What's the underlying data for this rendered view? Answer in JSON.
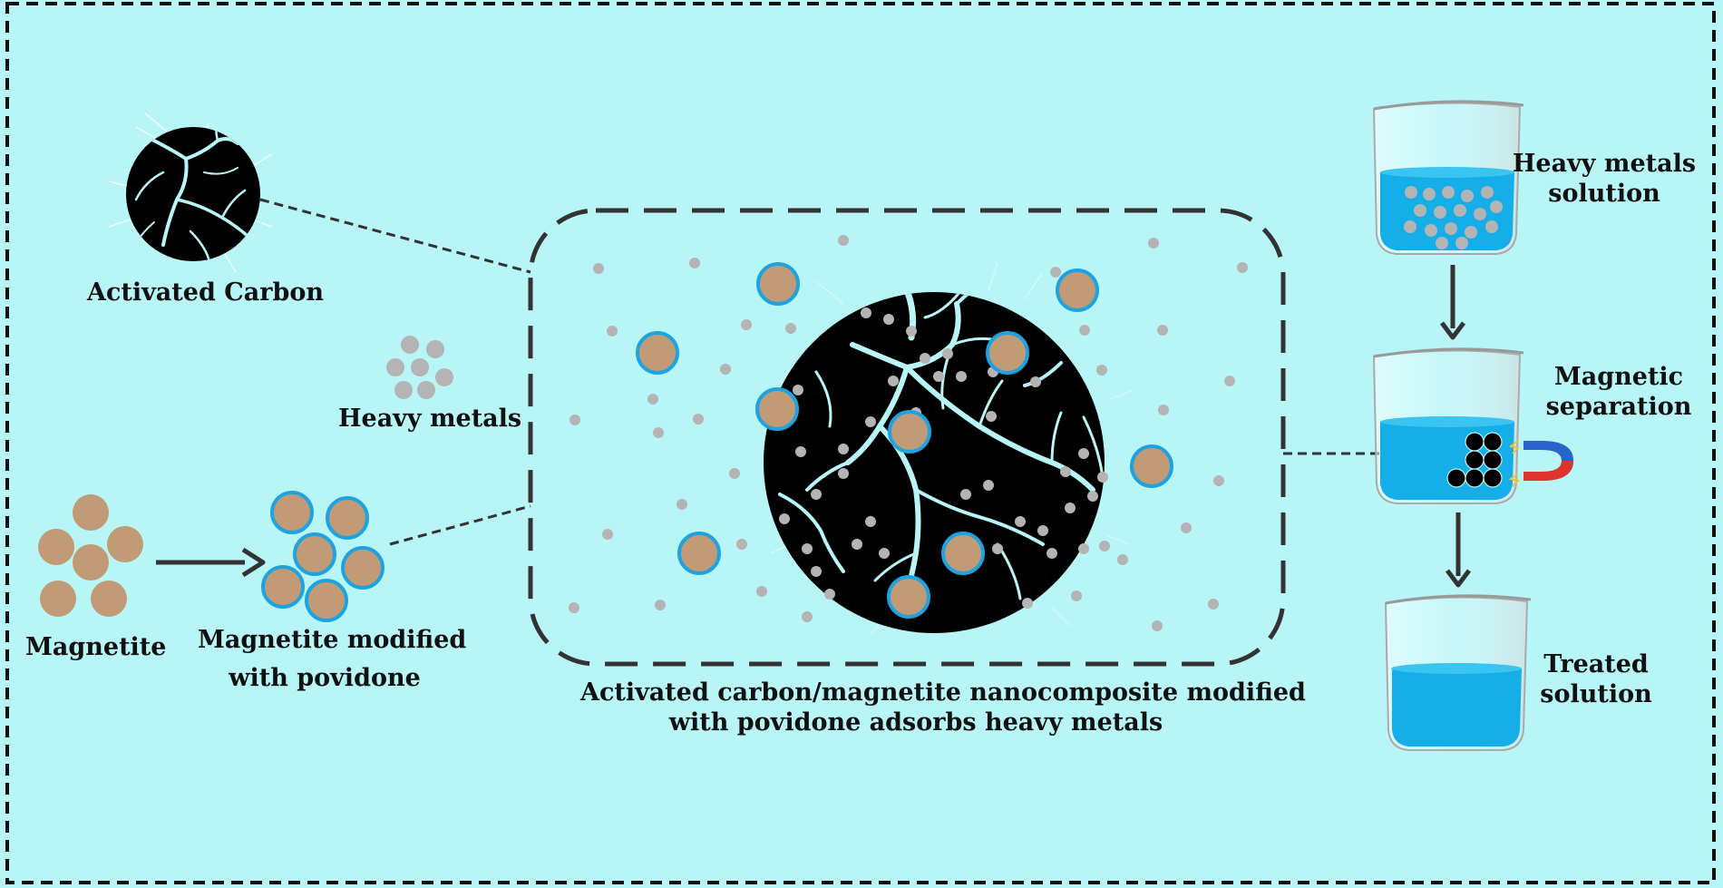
{
  "labels": {
    "activated_carbon": "Activated Carbon",
    "heavy_metals": "Heavy metals",
    "magnetite": "Magnetite",
    "magnetite_modified_line1": "Magnetite modified",
    "magnetite_modified_line2": "with povidone",
    "nanocomposite_line1": "Activated carbon/magnetite nanocomposite modified",
    "nanocomposite_line2": "with povidone adsorbs heavy metals",
    "heavy_metals_solution_line1": "Heavy metals",
    "heavy_metals_solution_line2": "solution",
    "magnetic_separation_line1": "Magnetic",
    "magnetic_separation_line2": "separation",
    "treated_solution_line1": "Treated",
    "treated_solution_line2": "solution"
  },
  "colors": {
    "background": "#b8f5f7",
    "magnetite_particle": "#c19a76",
    "povidone_shell": "#1fa3e0",
    "heavy_metal_ion": "#b4b4b4",
    "activated_carbon": "#000000",
    "water": "#16aee8",
    "magnet_red": "#e0342a",
    "magnet_blue": "#2a63c9"
  }
}
